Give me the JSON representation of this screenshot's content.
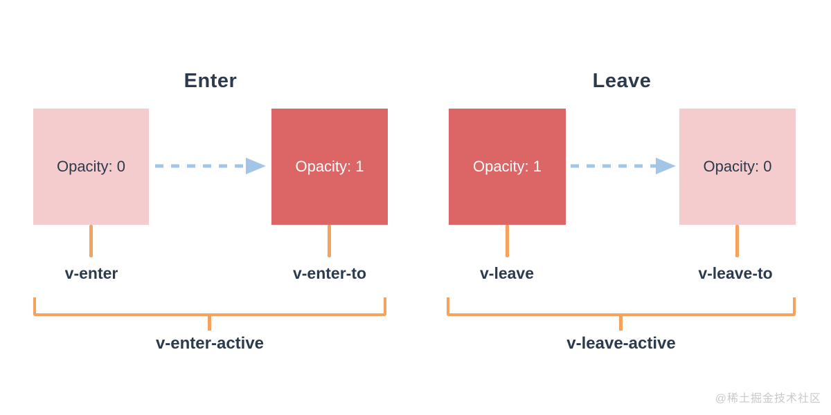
{
  "diagram": {
    "panels": [
      {
        "id": "enter",
        "title": "Enter",
        "start_box": {
          "label": "Opacity: 0",
          "state": "faded"
        },
        "end_box": {
          "label": "Opacity: 1",
          "state": "solid"
        },
        "start_class": "v-enter",
        "end_class": "v-enter-to",
        "active_class": "v-enter-active"
      },
      {
        "id": "leave",
        "title": "Leave",
        "start_box": {
          "label": "Opacity: 1",
          "state": "solid"
        },
        "end_box": {
          "label": "Opacity: 0",
          "state": "faded"
        },
        "start_class": "v-leave",
        "end_class": "v-leave-to",
        "active_class": "v-leave-active"
      }
    ],
    "watermark": "@稀土掘金技术社区",
    "colors": {
      "box_faded": "#F5CCCE",
      "box_solid": "#DC6565",
      "connector_orange": "#F5A25F",
      "arrow_blue": "#A2C5E8",
      "text_dark": "#2C3A4E",
      "watermark_gray": "#C9C9C9"
    }
  }
}
